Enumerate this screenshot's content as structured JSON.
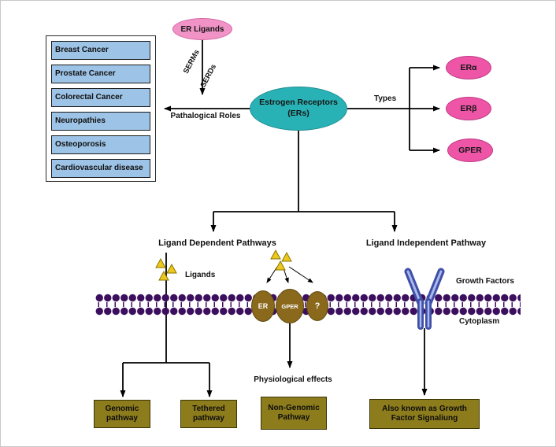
{
  "colors": {
    "teal": "#29b2b5",
    "pink_light": "#f193c6",
    "pink": "#ee55a7",
    "light_blue": "#9dc3e6",
    "olive_box": "#8d7c1c",
    "brown_oval": "#8a681c",
    "membrane_purple": "#3c0e5e",
    "triangle_yellow": "#ecc81f",
    "receptor_blue": "#3f4fa6"
  },
  "top": {
    "er_ligands": "ER Ligands",
    "serms": "SERMs",
    "serds": "SERDs",
    "pathological_roles": "Pathalogical Roles",
    "types": "Types"
  },
  "central": {
    "line1": "Estrogen Receptors",
    "line2": "(ERs)"
  },
  "receptor_types": [
    "ERα",
    "ERβ",
    "GPER"
  ],
  "diseases": [
    "Breast Cancer",
    "Prostate Cancer",
    "Colorectal Cancer",
    "Neuropathies",
    "Osteoporosis",
    "Cardiovascular disease"
  ],
  "pathways": {
    "dependent": "Ligand Dependent Pathways",
    "independent": "Ligand Independent Pathway",
    "ligands": "Ligands",
    "growth_factors": "Growth Factors",
    "cytoplasm": "Cytoplasm",
    "physiological": "Physiological effects"
  },
  "membrane": {
    "receptors": [
      "ER",
      "GPER",
      "?"
    ]
  },
  "boxes": {
    "genomic": "Genomic pathway",
    "tethered": "Tethered pathway",
    "non_genomic": "Non-Genomic Pathway",
    "growth_factor": "Also known as Growth Factor Signaliung"
  }
}
